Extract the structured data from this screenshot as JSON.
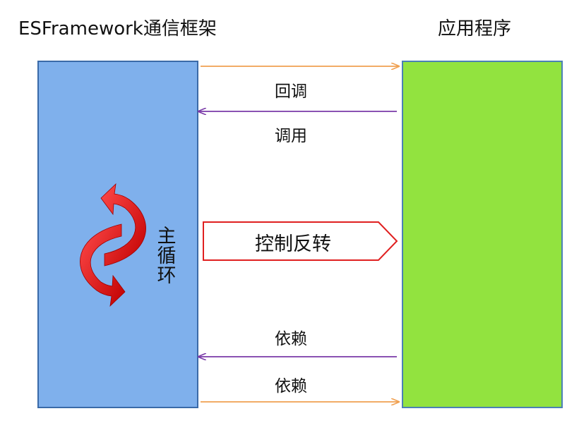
{
  "titles": {
    "left": "ESFramework通信框架",
    "right": "应用程序"
  },
  "arrows": {
    "callback": "回调",
    "call": "调用",
    "dependency_top": "依赖",
    "dependency_bottom": "依赖"
  },
  "main_loop": "主循环",
  "inversion_of_control": "控制反转",
  "colors": {
    "left_box": "#7fb0ec",
    "right_box": "#92e33f",
    "orange_arrow": "#f0a050",
    "purple_arrow": "#7a3aa8",
    "ioc_border": "#e02020",
    "loop_arrow": "#e01818"
  }
}
